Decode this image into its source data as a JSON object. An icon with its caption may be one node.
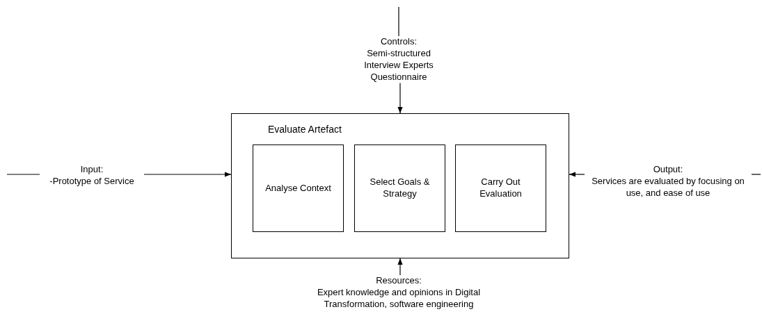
{
  "diagram": {
    "nodes": [
      {
        "text": [
          "Evaluate Artefact"
        ]
      },
      {
        "text": [
          "Analyse Context"
        ],
        "in": 0
      },
      {
        "text": [
          "Select Goals & Strategy"
        ],
        "in": 0
      },
      {
        "text": [
          "Carry Out Evaluation"
        ],
        "in": 0
      },
      {
        "text": [
          "Controls:",
          "Semi-structured Interview Experts Questionnaire"
        ]
      },
      {
        "text": [
          "Input:",
          "-Prototype of Service"
        ]
      },
      {
        "text": [
          "Output:",
          "Services are evaluated by focusing on use, and ease of use"
        ]
      },
      {
        "text": [
          "Resources:",
          "Expert knowledge and opinions in Digital Transformation, software engineering"
        ]
      }
    ],
    "edges": [
      {
        "from": null,
        "to": 4,
        "arrow": "none"
      },
      {
        "from": 4,
        "to": 0,
        "arrow": "to"
      },
      {
        "from": null,
        "to": 5,
        "arrow": "none"
      },
      {
        "from": 5,
        "to": 0,
        "arrow": "to"
      },
      {
        "from": null,
        "to": 6,
        "arrow": "none"
      },
      {
        "from": 6,
        "to": 0,
        "arrow": "to"
      },
      {
        "from": 7,
        "to": 0,
        "arrow": "to"
      }
    ]
  }
}
